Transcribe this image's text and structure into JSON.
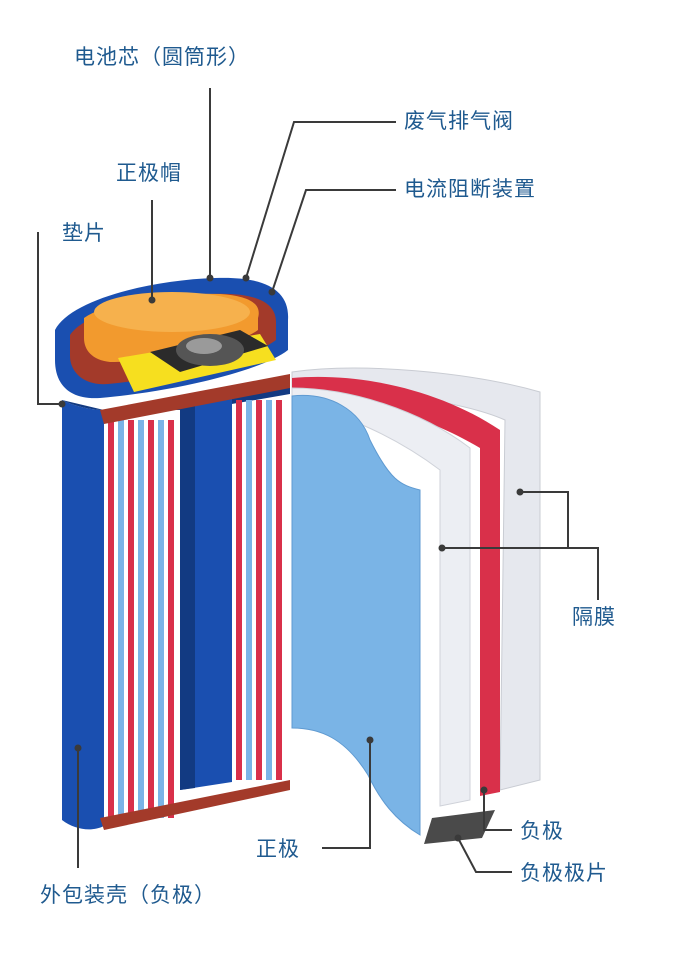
{
  "labels": {
    "cell_core": "电池芯（圆筒形）",
    "exhaust_valve": "废气排气阀",
    "positive_cap": "正极帽",
    "current_interrupt": "电流阻断装置",
    "gasket": "垫片",
    "separator": "隔膜",
    "positive_electrode": "正极",
    "negative_electrode": "负极",
    "negative_tab": "负极极片",
    "outer_casing": "外包装壳（负极）"
  },
  "colors": {
    "label_text": "#1f5a8f",
    "leader_line": "#3a3a3a",
    "casing_blue": "#1a4fb0",
    "casing_dark": "#123a82",
    "positive_light_blue": "#7ab4e6",
    "separator_gray": "#e4e6eb",
    "negative_red": "#d9304a",
    "cap_orange": "#f29a2e",
    "insulator_yellow": "#f6df1f",
    "gasket_rim": "#a33a2a",
    "tab_dark": "#4a4a4a"
  }
}
